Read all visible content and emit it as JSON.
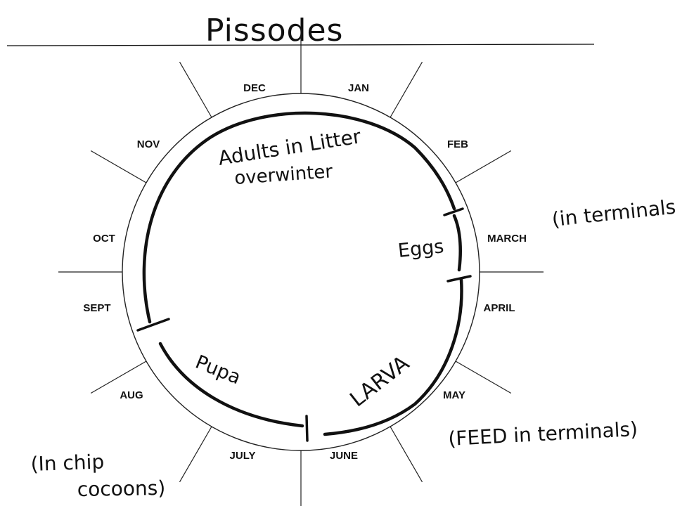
{
  "title": "Pissodes",
  "months": [
    "JAN",
    "FEB",
    "MARCH",
    "APRIL",
    "MAY",
    "JUNE",
    "JULY",
    "AUG",
    "SEPT",
    "OCT",
    "NOV",
    "DEC"
  ],
  "stages": {
    "adults_line1": "Adults in Litter",
    "adults_line2": "overwinter",
    "eggs": "Eggs",
    "larva": "LARVA",
    "pupa": "Pupa"
  },
  "notes": {
    "eggs_note": "(in terminals",
    "larva_note": "(FEED in terminals)",
    "pupa_note_line1": "(In chip",
    "pupa_note_line2": "cocoons)"
  },
  "colors": {
    "ink": "#111111",
    "background": "#ffffff"
  }
}
